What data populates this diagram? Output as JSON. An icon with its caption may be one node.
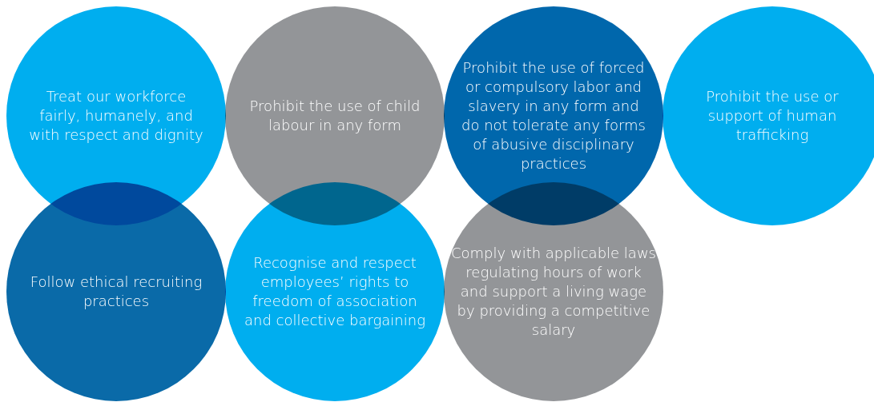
{
  "diagram": {
    "nodes": [
      {
        "text": [
          "Treat our workforce fairly, humanely, and with respect and dignity"
        ]
      },
      {
        "text": [
          "Prohibit the use of child labour in any form"
        ]
      },
      {
        "text": [
          "Prohibit the use of forced or compulsory labor and slavery in any form and do not tolerate any forms of abusive disciplinary practices"
        ]
      },
      {
        "text": [
          "Prohibit the use or support of human trafficking"
        ]
      },
      {
        "text": [
          "Follow ethical recruiting practices"
        ]
      },
      {
        "text": [
          "Recognise and respect employees’ rights to freedom of association and collective bargaining"
        ]
      },
      {
        "text": [
          "Comply with applicable laws regulating hours of work and support a living wage by providing a competitive salary"
        ]
      }
    ]
  }
}
